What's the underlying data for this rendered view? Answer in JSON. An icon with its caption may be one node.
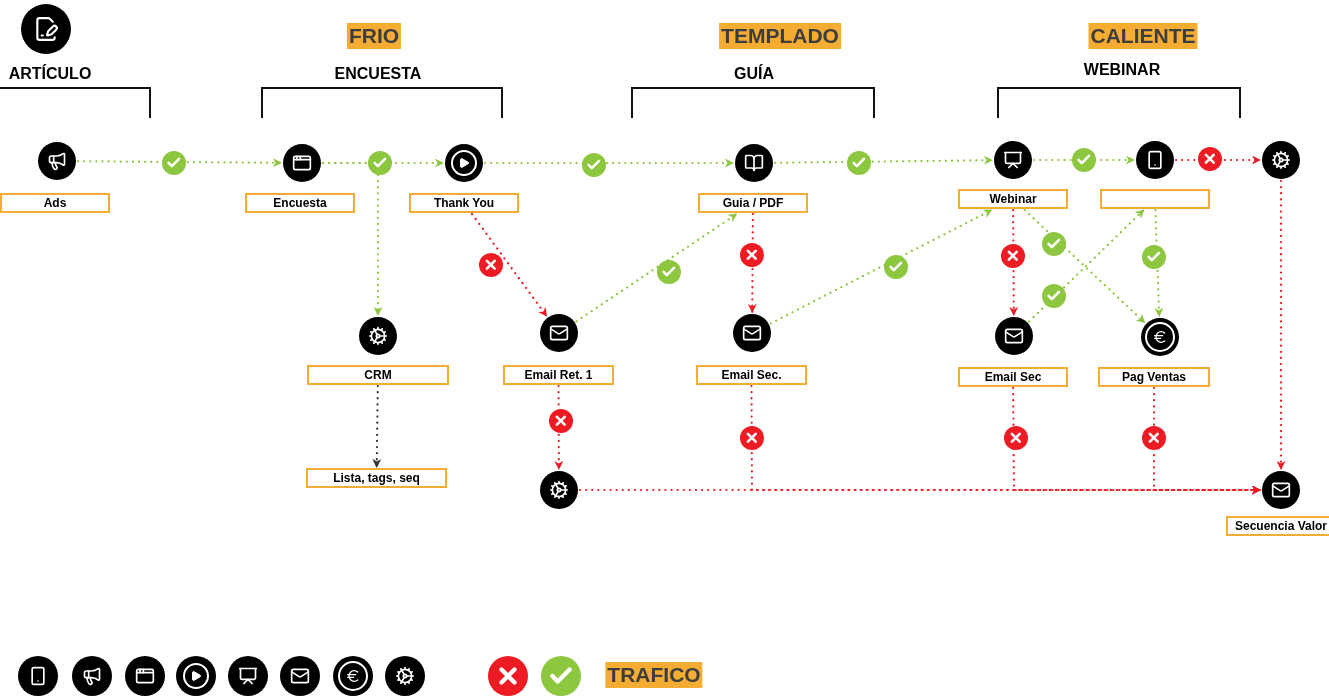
{
  "diagram": {
    "nodes": [
      {
        "text": [],
        "shape": "circle"
      },
      {
        "text": [
          "Ads"
        ]
      },
      {
        "text": [],
        "shape": "circle"
      },
      {
        "text": [
          "Encuesta"
        ]
      },
      {
        "text": [],
        "shape": "circle"
      },
      {
        "text": [
          "Thank You"
        ]
      },
      {
        "text": [],
        "shape": "circle"
      },
      {
        "text": [
          "Guia / PDF"
        ]
      },
      {
        "text": [],
        "shape": "circle"
      },
      {
        "text": [
          "Webinar"
        ]
      },
      {
        "text": [],
        "shape": "circle"
      },
      {
        "text": [],
        "shape": "box"
      },
      {
        "text": [],
        "shape": "circle"
      },
      {
        "text": [],
        "shape": "circle"
      },
      {
        "text": [
          "CRM"
        ]
      },
      {
        "text": [
          "Lista, tags, seq"
        ]
      },
      {
        "text": [],
        "shape": "circle"
      },
      {
        "text": [
          "Email Ret. 1"
        ]
      },
      {
        "text": [],
        "shape": "circle"
      },
      {
        "text": [
          "Email Sec."
        ]
      },
      {
        "text": [],
        "shape": "circle"
      },
      {
        "text": [
          "Email Sec"
        ]
      },
      {
        "text": [],
        "shape": "circle"
      },
      {
        "text": [
          "Pag Ventas"
        ]
      },
      {
        "text": [],
        "shape": "circle"
      },
      {
        "text": [],
        "shape": "circle"
      },
      {
        "text": [
          "Secuencia Valor"
        ]
      }
    ],
    "edges": [
      {
        "from": 0,
        "to": 2,
        "arrow": "to",
        "color": "#8dc63f"
      },
      {
        "from": 2,
        "to": 4,
        "arrow": "to",
        "color": "#8dc63f"
      },
      {
        "from": 2,
        "to": 13,
        "arrow": "to",
        "color": "#8dc63f"
      },
      {
        "from": 4,
        "to": 6,
        "arrow": "to",
        "color": "#8dc63f"
      },
      {
        "from": 6,
        "to": 8,
        "arrow": "to",
        "color": "#8dc63f"
      },
      {
        "from": 8,
        "to": 10,
        "arrow": "to",
        "color": "#8dc63f"
      },
      {
        "from": 10,
        "to": 12,
        "arrow": "to",
        "color": "#ed1c24"
      },
      {
        "from": 5,
        "to": 16,
        "arrow": "to",
        "color": "#ed1c24"
      },
      {
        "from": 16,
        "to": 7,
        "arrow": "to",
        "color": "#8dc63f"
      },
      {
        "from": 7,
        "to": 18,
        "arrow": "to",
        "color": "#ed1c24"
      },
      {
        "from": 18,
        "to": 9,
        "arrow": "to",
        "color": "#8dc63f"
      },
      {
        "from": 9,
        "to": 20,
        "arrow": "to",
        "color": "#ed1c24"
      },
      {
        "from": 9,
        "to": 22,
        "arrow": "to",
        "color": "#8dc63f"
      },
      {
        "from": 20,
        "to": 11,
        "arrow": "to",
        "color": "#8dc63f"
      },
      {
        "from": 11,
        "to": 22,
        "arrow": "to",
        "color": "#8dc63f"
      },
      {
        "from": 14,
        "to": 15,
        "arrow": "to",
        "color": "#333333"
      },
      {
        "from": 17,
        "to": 24,
        "arrow": "to",
        "color": "#ed1c24"
      },
      {
        "from": 19,
        "to": 25,
        "arrow": "to",
        "color": "#ed1c24"
      },
      {
        "from": 21,
        "to": 25,
        "arrow": "to",
        "color": "#ed1c24"
      },
      {
        "from": 23,
        "to": 25,
        "arrow": "to",
        "color": "#ed1c24"
      },
      {
        "from": 24,
        "to": 25,
        "arrow": "to",
        "color": "#ed1c24"
      },
      {
        "from": 12,
        "to": 25,
        "arrow": "to",
        "color": "#ed1c24"
      }
    ],
    "labels": [
      "FRIO",
      "TEMPLADO",
      "CALIENTE",
      "ARTÍCULO",
      "ENCUESTA",
      "GUÍA",
      "WEBINAR",
      "TRAFICO"
    ]
  }
}
